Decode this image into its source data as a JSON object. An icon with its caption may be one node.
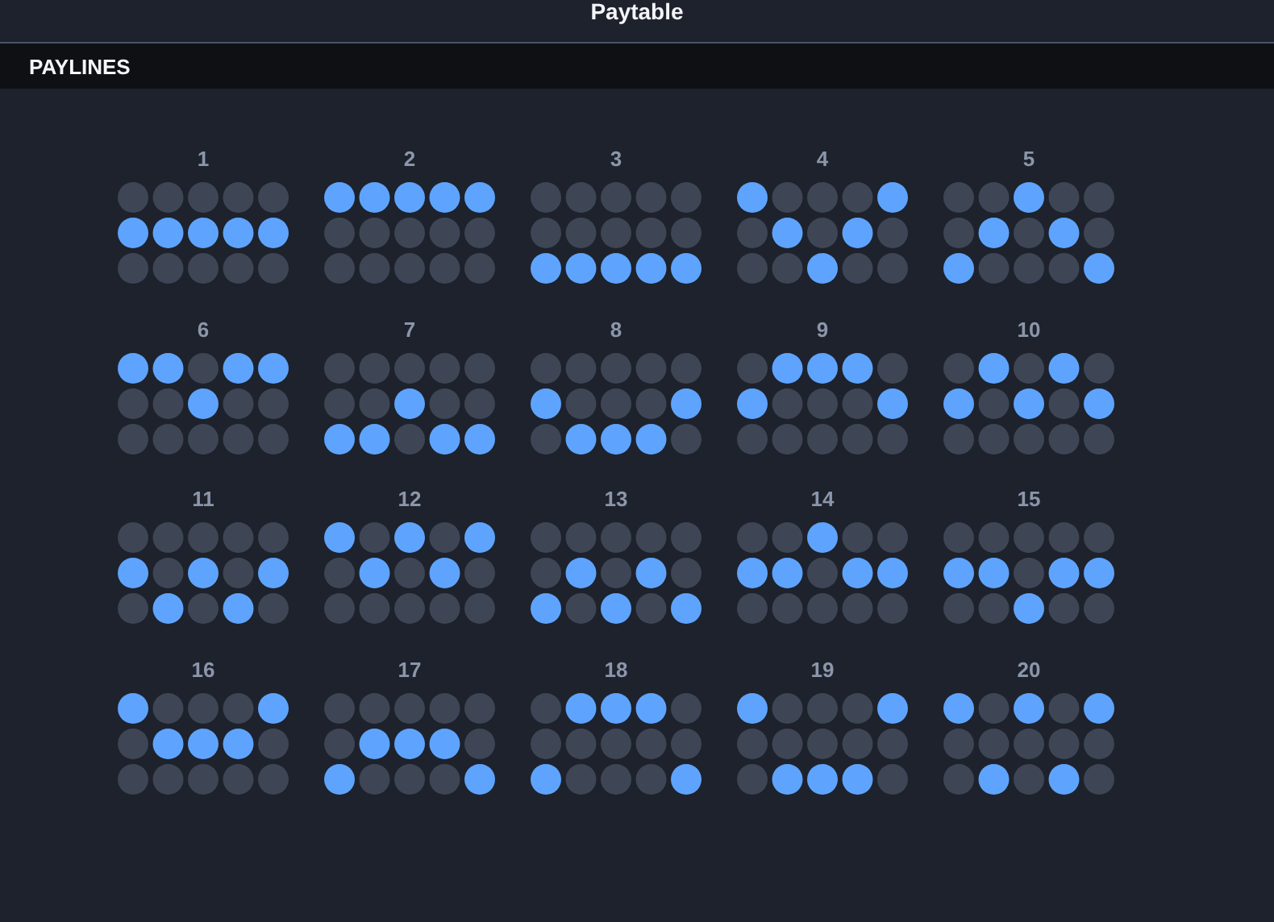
{
  "diagram": {
    "title": "Paytable",
    "nodes": [
      {
        "text": [
          "PAYLINES"
        ]
      },
      {
        "text": [
          "1"
        ]
      },
      {
        "text": [
          "2"
        ]
      },
      {
        "text": [
          "3"
        ]
      },
      {
        "text": [
          "4"
        ]
      },
      {
        "text": [
          "5"
        ]
      },
      {
        "text": [
          "6"
        ]
      },
      {
        "text": [
          "7"
        ]
      },
      {
        "text": [
          "8"
        ]
      },
      {
        "text": [
          "9"
        ]
      },
      {
        "text": [
          "10"
        ]
      },
      {
        "text": [
          "11"
        ]
      },
      {
        "text": [
          "12"
        ]
      },
      {
        "text": [
          "13"
        ]
      },
      {
        "text": [
          "14"
        ]
      },
      {
        "text": [
          "15"
        ]
      },
      {
        "text": [
          "16"
        ]
      },
      {
        "text": [
          "17"
        ]
      },
      {
        "text": [
          "18"
        ]
      },
      {
        "text": [
          "19"
        ]
      },
      {
        "text": [
          "20"
        ]
      }
    ]
  }
}
